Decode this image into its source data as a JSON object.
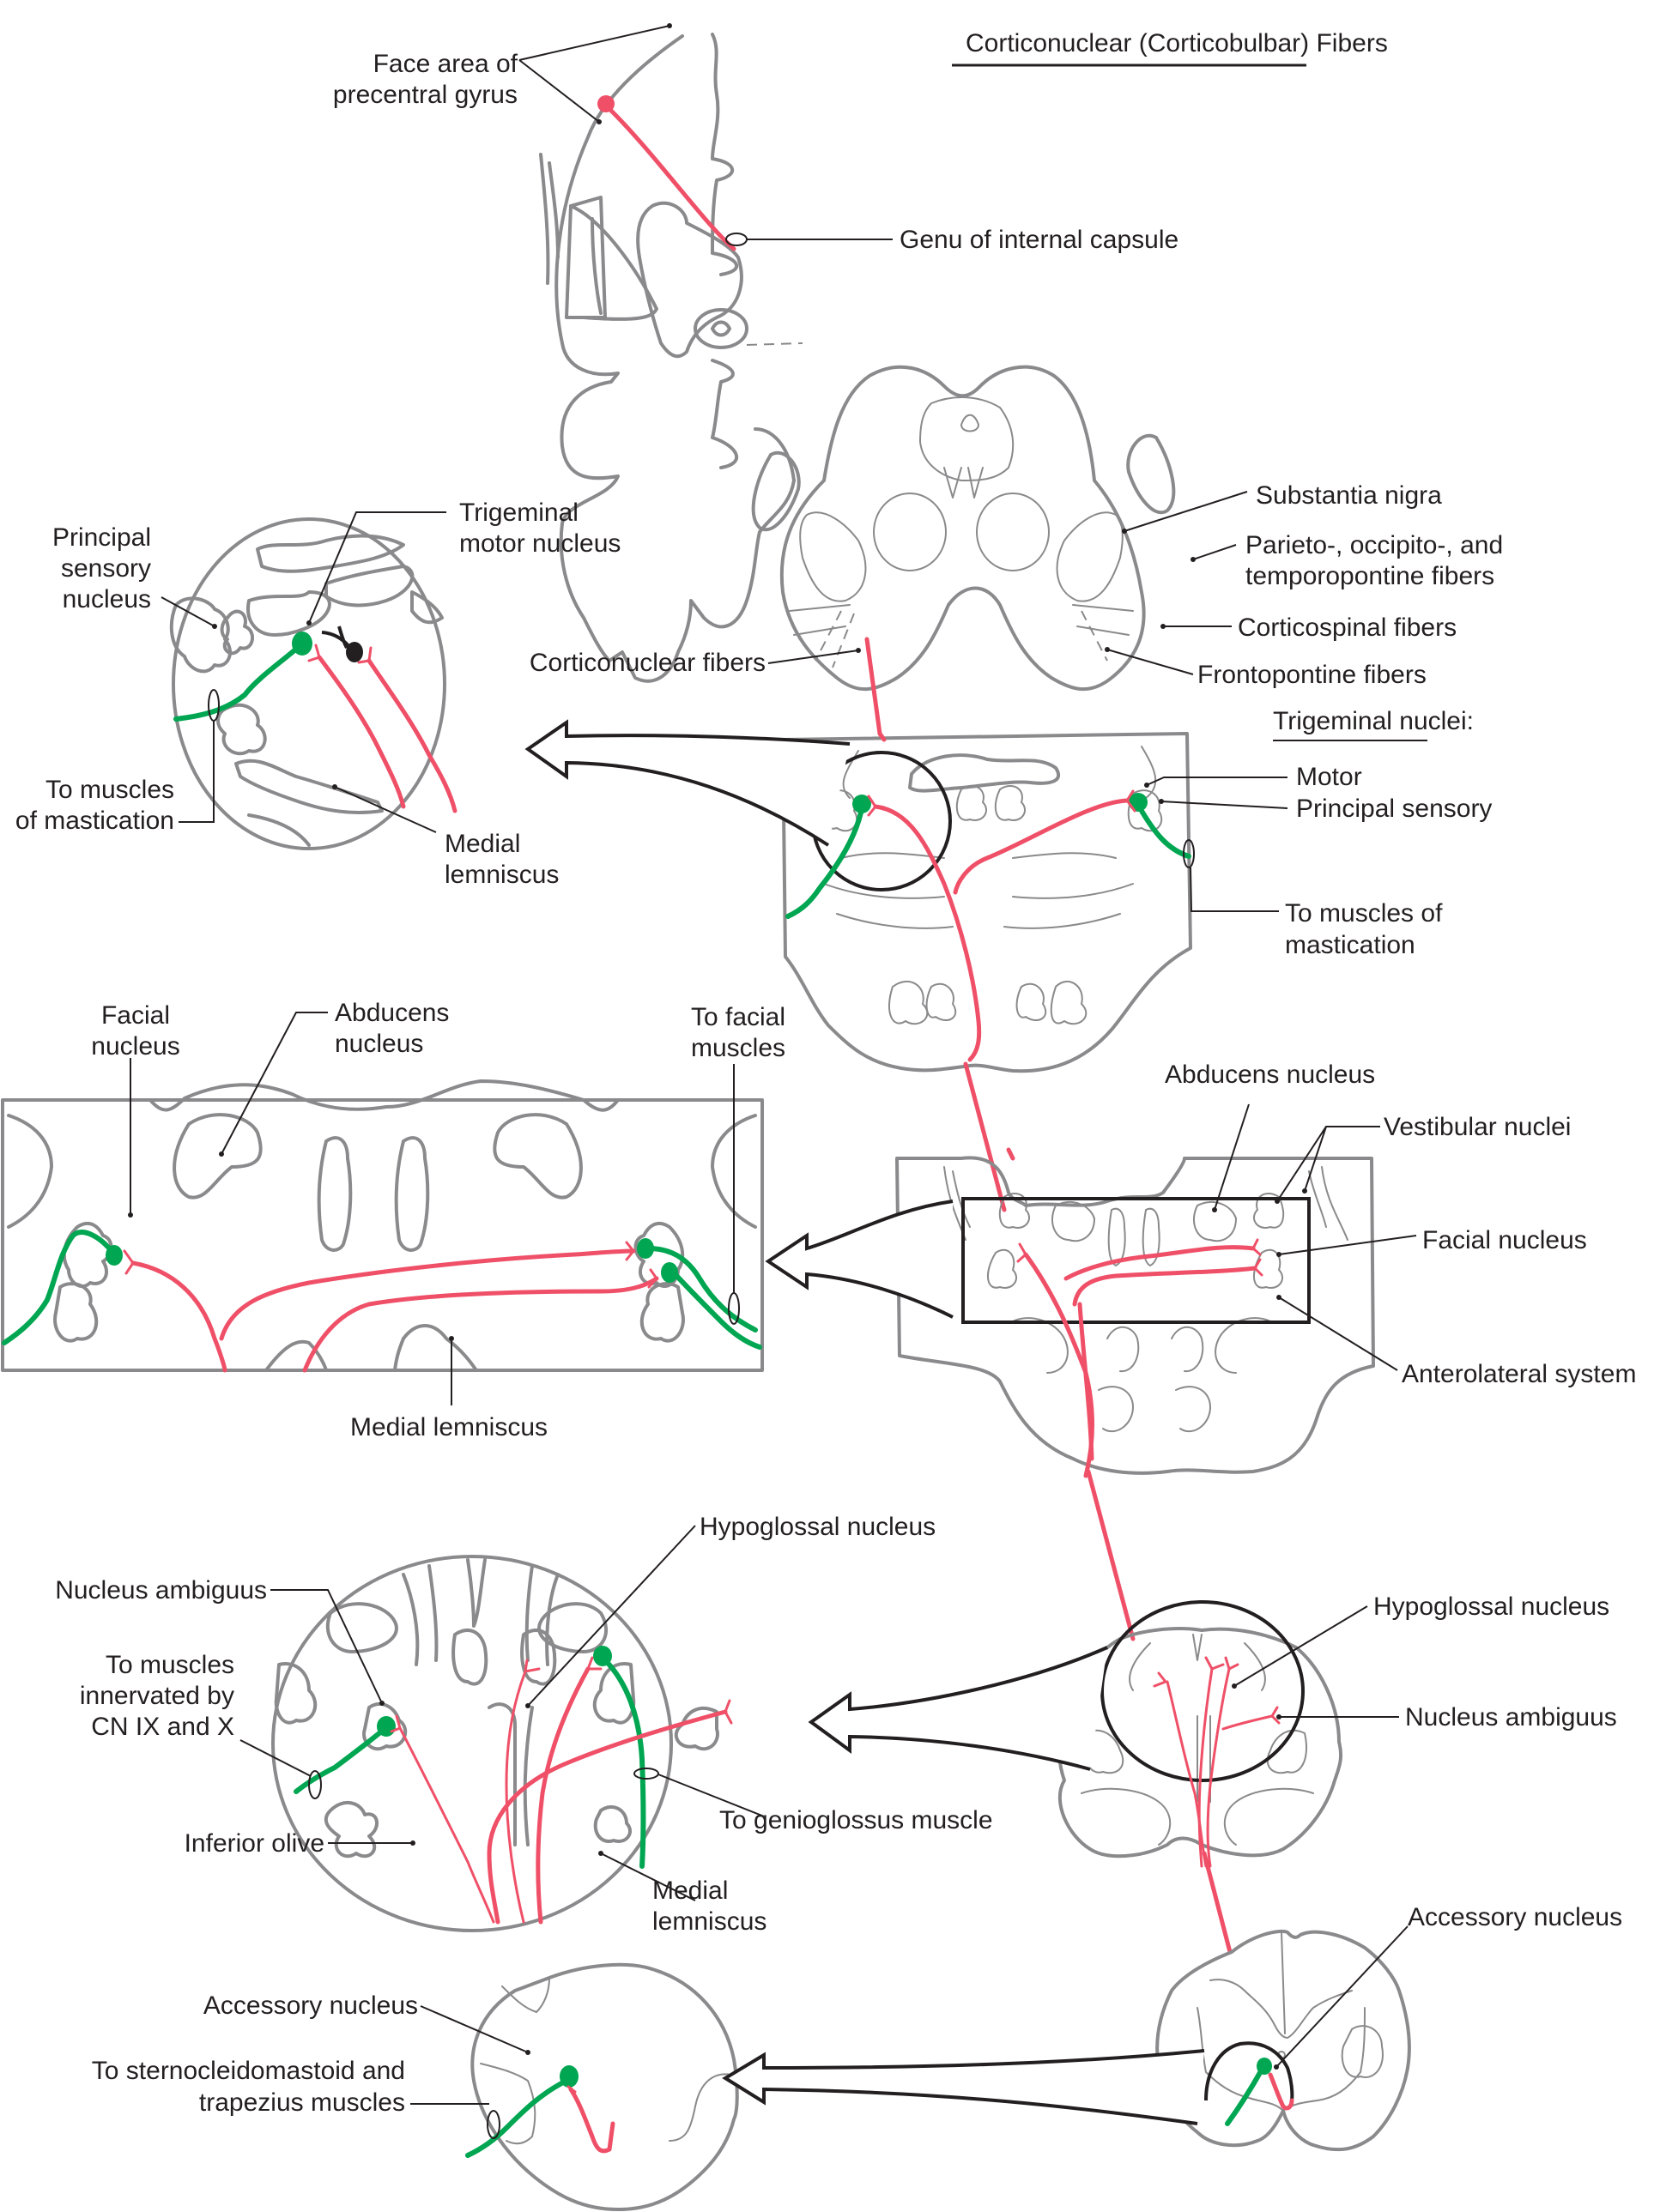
{
  "title": "Corticonuclear (Corticobulbar) Fibers",
  "colors": {
    "upper_motor_neuron": "#ef5068",
    "lower_motor_neuron": "#00a651",
    "trigeminal_motor_other_side": "#231f20",
    "outline": "#8a8a8c",
    "text": "#231f20"
  },
  "labels": {
    "cortex": {
      "face_area_line1": "Face area of",
      "face_area_line2": "precentral gyrus",
      "genu": "Genu of internal capsule"
    },
    "midbrain": {
      "substantia_nigra": "Substantia nigra",
      "parieto_line1": "Parieto-, occipito-, and",
      "parieto_line2": "temporopontine fibers",
      "corticospinal": "Corticospinal fibers",
      "frontopontine": "Frontopontine fibers",
      "corticonuclear": "Corticonuclear fibers"
    },
    "trigeminal_inset": {
      "principal_line1": "Principal",
      "principal_line2": "sensory",
      "principal_line3": "nucleus",
      "motor_line1": "Trigeminal",
      "motor_line2": "motor nucleus",
      "muscles_line1": "To muscles",
      "muscles_line2": "of mastication",
      "ml_line1": "Medial",
      "ml_line2": "lemniscus"
    },
    "pons_upper": {
      "heading": "Trigeminal nuclei:",
      "motor": "Motor",
      "principal": "Principal sensory",
      "muscles_line1": "To muscles of",
      "muscles_line2": "mastication"
    },
    "facial_inset": {
      "facial_line1": "Facial",
      "facial_line2": "nucleus",
      "abducens_line1": "Abducens",
      "abducens_line2": "nucleus",
      "muscles_line1": "To facial",
      "muscles_line2": "muscles",
      "medial_lemniscus": "Medial lemniscus"
    },
    "pons_lower": {
      "abducens": "Abducens nucleus",
      "vestibular": "Vestibular nuclei",
      "facial": "Facial nucleus",
      "anterolateral": "Anterolateral system"
    },
    "medulla_inset": {
      "ambiguus": "Nucleus ambiguus",
      "ix_x_line1": "To muscles",
      "ix_x_line2": "innervated by",
      "ix_x_line3": "CN IX and X",
      "hypoglossal": "Hypoglossal nucleus",
      "genioglossus": "To genioglossus muscle",
      "olive": "Inferior olive",
      "ml_line1": "Medial",
      "ml_line2": "lemniscus"
    },
    "medulla": {
      "hypoglossal": "Hypoglossal nucleus",
      "ambiguus": "Nucleus ambiguus"
    },
    "spinal_inset": {
      "accessory": "Accessory nucleus",
      "scm_line1": "To sternocleidomastoid and",
      "scm_line2": "trapezius muscles"
    },
    "spinal": {
      "accessory": "Accessory nucleus"
    }
  }
}
